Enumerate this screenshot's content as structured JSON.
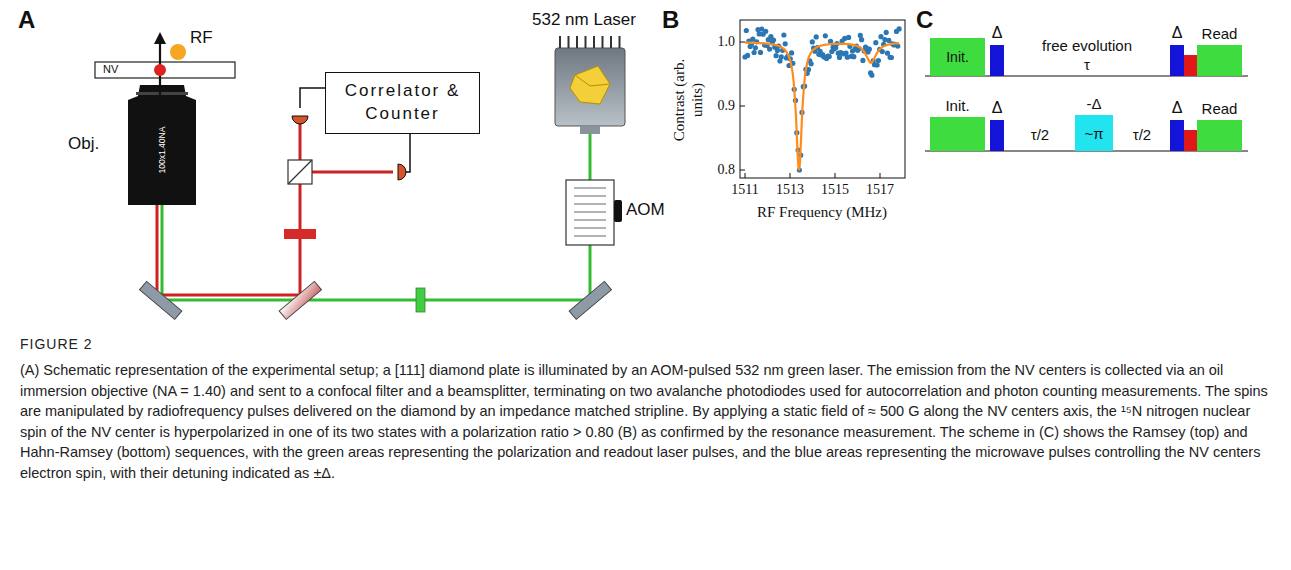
{
  "diagram": {
    "title": "FIGURE 2",
    "caption": "(A) Schematic representation of the experimental setup; a [111] diamond plate is illuminated by an AOM-pulsed 532 nm green laser. The emission from the NV centers is collected via an oil immersion objective (NA = 1.40) and sent to a confocal filter and a beamsplitter, terminating on two avalanche photodiodes used for autocorrelation and photon counting measurements. The spins are manipulated by radiofrequency pulses delivered on the diamond by an impedance matched stripline. By applying a static field of ≈ 500 G along the NV centers axis, the ¹⁵N nitrogen nuclear spin of the NV center is hyperpolarized in one of its two states with a polarization ratio > 0.80 (B) as confirmed by the resonance measurement. The scheme in (C) shows the Ramsey (top) and Hahn-Ramsey (bottom) sequences, with the green areas representing the polarization and readout laser pulses, and the blue areas representing the microwave pulses controlling the NV centers electron spin, with their detuning indicated as ±Δ.",
    "nodes": [
      {
        "text": [
          "Correlator & Counter"
        ]
      },
      {
        "text": [
          "Init."
        ]
      },
      {
        "text": [
          "Δ"
        ]
      },
      {
        "text": [
          "Δ"
        ]
      },
      {
        "text": [
          "Read"
        ]
      },
      {
        "text": [
          "Init."
        ]
      },
      {
        "text": [
          "Δ"
        ]
      },
      {
        "text": [
          "-Δ",
          "~π"
        ]
      },
      {
        "text": [
          "Δ"
        ]
      },
      {
        "text": [
          "Read"
        ]
      }
    ],
    "labels": [
      "A",
      "RF",
      "NV",
      "100x1.40NA",
      "Obj.",
      "532 nm Laser",
      "AOM",
      "B",
      "1.0",
      "0.9",
      "0.8",
      "Contrast (arb. units)",
      "1511",
      "1513",
      "1515",
      "1517",
      "RF Frequency (MHz)",
      "C",
      "free evolution",
      "τ",
      "τ/2",
      "τ/2"
    ]
  }
}
